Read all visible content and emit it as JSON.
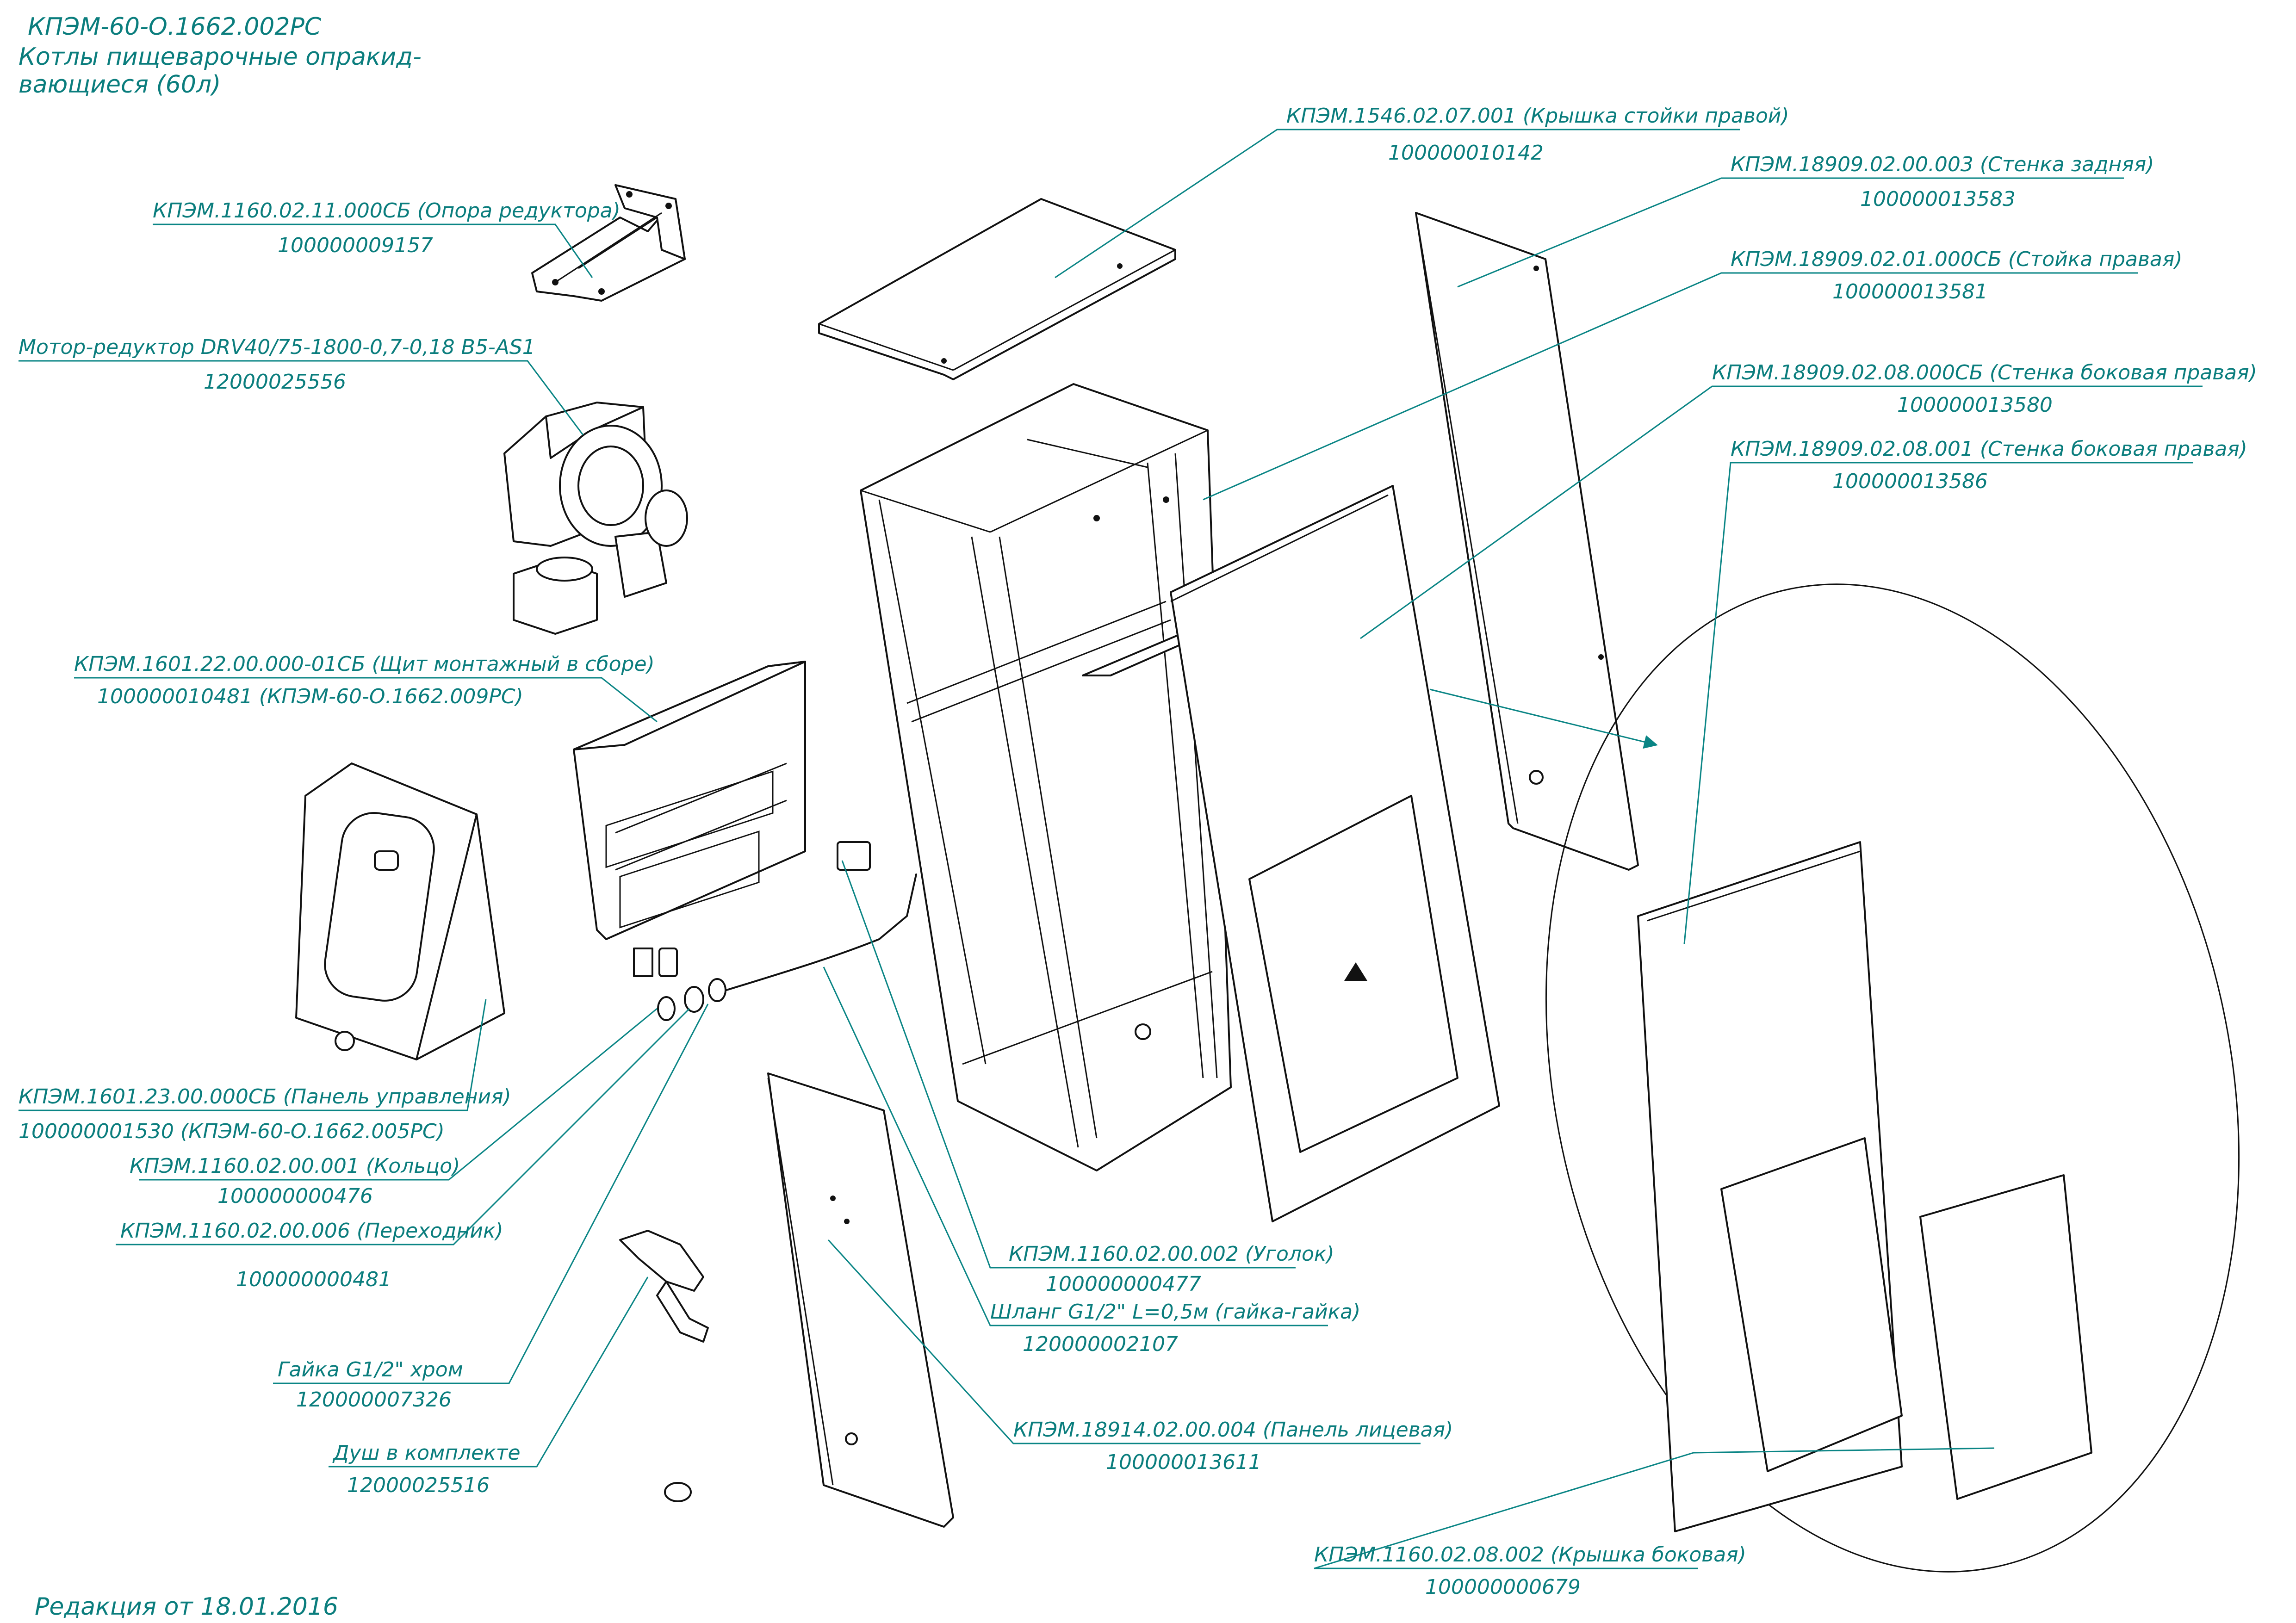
{
  "header": {
    "code": "КПЭМ-60-О.1662.002РС",
    "title_line1": "Котлы пищеварочные опракид-",
    "title_line2": "вающиеся (60л)"
  },
  "footer": {
    "revision": "Редакция от 18.01.2016"
  },
  "callouts": {
    "reducer_support": {
      "name": "КПЭМ.1160.02.11.000СБ (Опора редуктора)",
      "article": "100000009157"
    },
    "motor": {
      "name": "Мотор-редуктор DRV40/75-1800-0,7-0,18 B5-AS1",
      "article": "12000025556"
    },
    "panel_assembly": {
      "name": "КПЭМ.1601.22.00.000-01СБ (Щит монтажный в сборе)",
      "article": "100000010481 (КПЭМ-60-О.1662.009РС)"
    },
    "control_panel": {
      "name": "КПЭМ.1601.23.00.000СБ (Панель управления)",
      "article": "100000001530   (КПЭМ-60-О.1662.005РС)"
    },
    "ring": {
      "name": "КПЭМ.1160.02.00.001 (Кольцо)",
      "article": "100000000476"
    },
    "adapter": {
      "name": "КПЭМ.1160.02.00.006 (Переходник)",
      "article": "100000000481"
    },
    "nut": {
      "name": "Гайка G1/2\" хром",
      "article": "120000007326"
    },
    "shower": {
      "name": "Душ в комплекте",
      "article": "12000025516"
    },
    "right_post_cover": {
      "name": "КПЭМ.1546.02.07.001 (Крышка стойки правой)",
      "article": "100000010142"
    },
    "back_wall": {
      "name": "КПЭМ.18909.02.00.003 (Стенка задняя)",
      "article": "100000013583"
    },
    "right_post": {
      "name": "КПЭМ.18909.02.01.000СБ (Стойка правая)",
      "article": "100000013581"
    },
    "side_wall_assembly": {
      "name": "КПЭМ.18909.02.08.000СБ (Стенка боковая правая)",
      "article": "100000013580"
    },
    "side_wall": {
      "name": "КПЭМ.18909.02.08.001 (Стенка боковая правая)",
      "article": "100000013586"
    },
    "angle": {
      "name": "КПЭМ.1160.02.00.002 (Уголок)",
      "article": "100000000477"
    },
    "hose": {
      "name": "Шланг G1/2\" L=0,5м (гайка-гайка)",
      "article": "120000002107"
    },
    "front_panel": {
      "name": "КПЭМ.18914.02.00.004 (Панель лицевая)",
      "article": "100000013611"
    },
    "side_cover": {
      "name": "КПЭМ.1160.02.08.002 (Крышка боковая)",
      "article": "100000000679"
    }
  }
}
